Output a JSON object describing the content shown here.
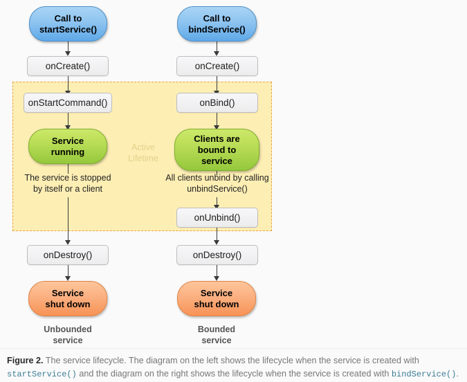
{
  "figure": {
    "label": "Figure 2.",
    "text_part1": "The service lifecycle. The diagram on the left shows the lifecycle when the service is created with",
    "code1": "startService()",
    "text_part2": "and the diagram on the right shows the lifecycle when the service is created with",
    "code2": "bindService()",
    "text_part3": "."
  },
  "region": {
    "active_lifetime_line1": "Active",
    "active_lifetime_line2": "Lifetime",
    "fill_color": "#fdeeb4",
    "border_color": "#e8a33d"
  },
  "colors": {
    "blue": "#8ec4f0",
    "green": "#b9dd56",
    "orange": "#fbb081",
    "gray": "#f0f0f2",
    "canvas": "#fafafa",
    "code_text": "#3b7c96"
  },
  "left_column": {
    "title": "Unbounded service",
    "start_line1": "Call to",
    "start_line2": "startService()",
    "on_create": "onCreate()",
    "on_start_command": "onStartCommand()",
    "running_line1": "Service",
    "running_line2": "running",
    "note_line1": "The service is stopped",
    "note_line2": "by itself or a client",
    "on_destroy": "onDestroy()",
    "shutdown_line1": "Service",
    "shutdown_line2": "shut down",
    "terminal_line1": "Unbounded",
    "terminal_line2": "service"
  },
  "right_column": {
    "title": "Bounded service",
    "start_line1": "Call to",
    "start_line2": "bindService()",
    "on_create": "onCreate()",
    "on_bind": "onBind()",
    "bound_line1": "Clients are",
    "bound_line2": "bound to",
    "bound_line3": "service",
    "note_line1": "All clients unbind by calling",
    "note_line2": "unbindService()",
    "on_unbind": "onUnbind()",
    "on_destroy": "onDestroy()",
    "shutdown_line1": "Service",
    "shutdown_line2": "shut down",
    "terminal_line1": "Bounded",
    "terminal_line2": "service"
  }
}
